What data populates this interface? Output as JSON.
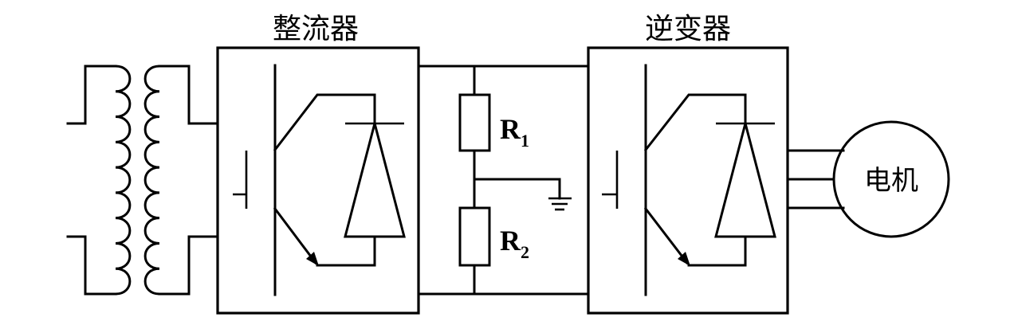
{
  "diagram": {
    "rectifier": {
      "title": "整流器"
    },
    "inverter": {
      "title": "逆变器"
    },
    "dc_link": {
      "resistors": [
        {
          "label": "R",
          "subscript": "1"
        },
        {
          "label": "R",
          "subscript": "2"
        }
      ],
      "ground": "ground-symbol"
    },
    "motor": {
      "label": "电机"
    },
    "transformer": {
      "windings": 2,
      "turns_per_winding": 9
    },
    "motor_phases": 3,
    "colors": {
      "stroke": "#000000",
      "background": "#ffffff"
    }
  }
}
